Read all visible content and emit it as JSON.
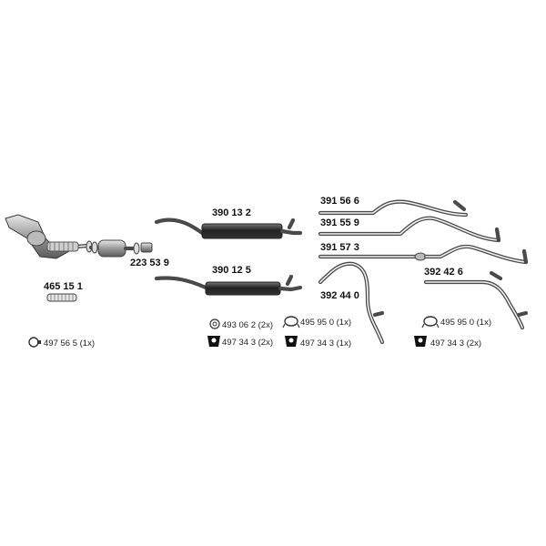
{
  "diagram": {
    "parts": {
      "p465151": "465 15 1",
      "p223539": "223 53 9",
      "p390132": "390 13 2",
      "p390125": "390 12 5",
      "p391566": "391 56 6",
      "p391559": "391 55 9",
      "p391573": "391 57 3",
      "p392440": "392 44 0",
      "p392426": "392 42 6"
    },
    "hardware": {
      "h1": "497 56 5 (1x)",
      "h2": "493 06 2 (2x)",
      "h3": "497 34 3 (2x)",
      "h4": "495 95 0 (1x)",
      "h5": "497 34 3  (1x)",
      "h6": "495 95 0 (1x)",
      "h7": "497 34 3  (2x)"
    },
    "icons": {
      "clamp": "clamp-ring-icon",
      "gasket": "gasket-icon",
      "rubber_mount": "rubber-mount-icon",
      "hanger": "hanger-ring-icon"
    }
  }
}
